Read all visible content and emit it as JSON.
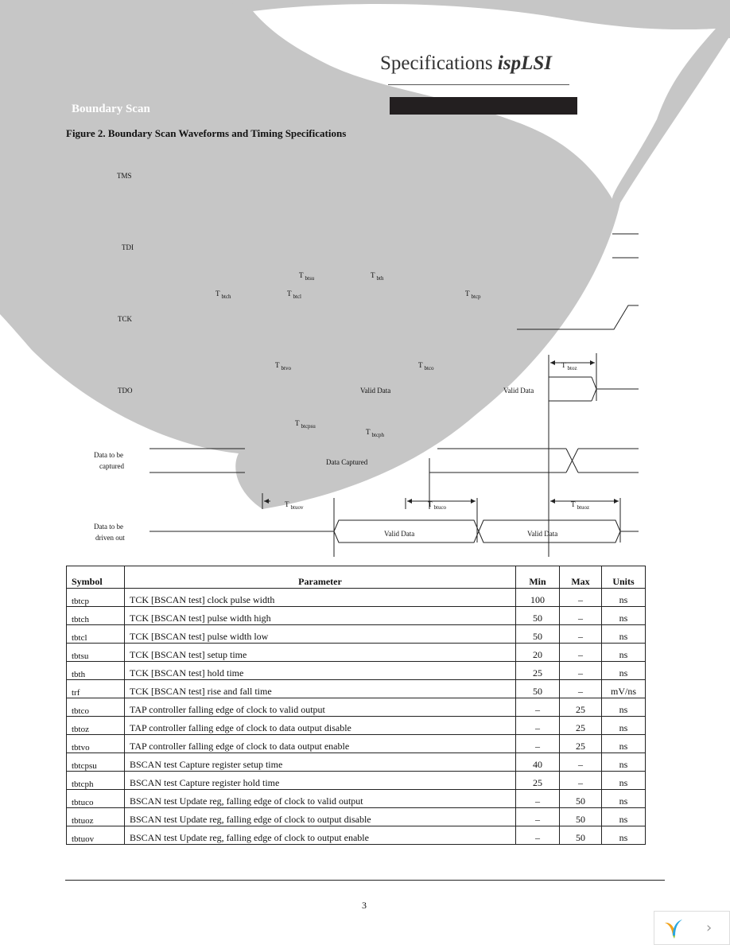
{
  "header": {
    "title": "Specifications ",
    "brand": "ispLSI"
  },
  "section_label": "Boundary Scan",
  "figure_caption": "Figure 2. Boundary Scan Waveforms and Timing Specifications",
  "waveform": {
    "signals": [
      "TMS",
      "TDI",
      "TCK",
      "TDO",
      "Data to be",
      "captured",
      "Data to be",
      "driven out"
    ],
    "data_labels": {
      "tdo_valid_1": "Valid Data",
      "tdo_valid_2": "Valid Data",
      "captured": "Data Captured",
      "driven_1": "Valid Data",
      "driven_2": "Valid Data"
    },
    "timing_labels": [
      {
        "main": "T",
        "sub": "btsu"
      },
      {
        "main": "T",
        "sub": "bth"
      },
      {
        "main": "T",
        "sub": "btch"
      },
      {
        "main": "T",
        "sub": "btcl"
      },
      {
        "main": "T",
        "sub": "btcp"
      },
      {
        "main": "T",
        "sub": "btoz"
      },
      {
        "main": "T",
        "sub": "btvo"
      },
      {
        "main": "T",
        "sub": "btco"
      },
      {
        "main": "T",
        "sub": "btcpsu"
      },
      {
        "main": "T",
        "sub": "btcph"
      },
      {
        "main": "T",
        "sub": "btuov"
      },
      {
        "main": "T",
        "sub": "btuco"
      },
      {
        "main": "T",
        "sub": "btuoz"
      }
    ]
  },
  "table": {
    "headers": [
      "Symbol",
      "Parameter",
      "Min",
      "Max",
      "Units"
    ],
    "rows": [
      [
        "tbtcp",
        "TCK [BSCAN test] clock pulse width",
        "100",
        "–",
        "ns"
      ],
      [
        "tbtch",
        "TCK [BSCAN test] pulse width high",
        "50",
        "–",
        "ns"
      ],
      [
        "tbtcl",
        "TCK [BSCAN test] pulse width low",
        "50",
        "–",
        "ns"
      ],
      [
        "tbtsu",
        "TCK [BSCAN test] setup time",
        "20",
        "–",
        "ns"
      ],
      [
        "tbth",
        "TCK [BSCAN test] hold time",
        "25",
        "–",
        "ns"
      ],
      [
        "trf",
        "TCK [BSCAN test] rise and fall time",
        "50",
        "–",
        "mV/ns"
      ],
      [
        "tbtco",
        "TAP controller falling edge of clock to valid output",
        "–",
        "25",
        "ns"
      ],
      [
        "tbtoz",
        "TAP controller falling edge of clock to data output disable",
        "–",
        "25",
        "ns"
      ],
      [
        "tbtvo",
        "TAP controller falling edge of clock to data output enable",
        "–",
        "25",
        "ns"
      ],
      [
        "tbtcpsu",
        "BSCAN test Capture register setup time",
        "40",
        "–",
        "ns"
      ],
      [
        "tbtcph",
        "BSCAN test Capture register hold time",
        "25",
        "–",
        "ns"
      ],
      [
        "tbtuco",
        "BSCAN test Update reg, falling edge of clock to valid output",
        "–",
        "50",
        "ns"
      ],
      [
        "tbtuoz",
        "BSCAN test Update reg, falling edge of clock to output disable",
        "–",
        "50",
        "ns"
      ],
      [
        "tbtuov",
        "BSCAN test Update reg, falling edge of clock to output enable",
        "–",
        "50",
        "ns"
      ]
    ]
  },
  "footer": {
    "page_number": "3"
  },
  "nav_widget": {
    "arrow_icon": "chevron-right-icon",
    "logo_icon": "viewer-logo-icon"
  }
}
